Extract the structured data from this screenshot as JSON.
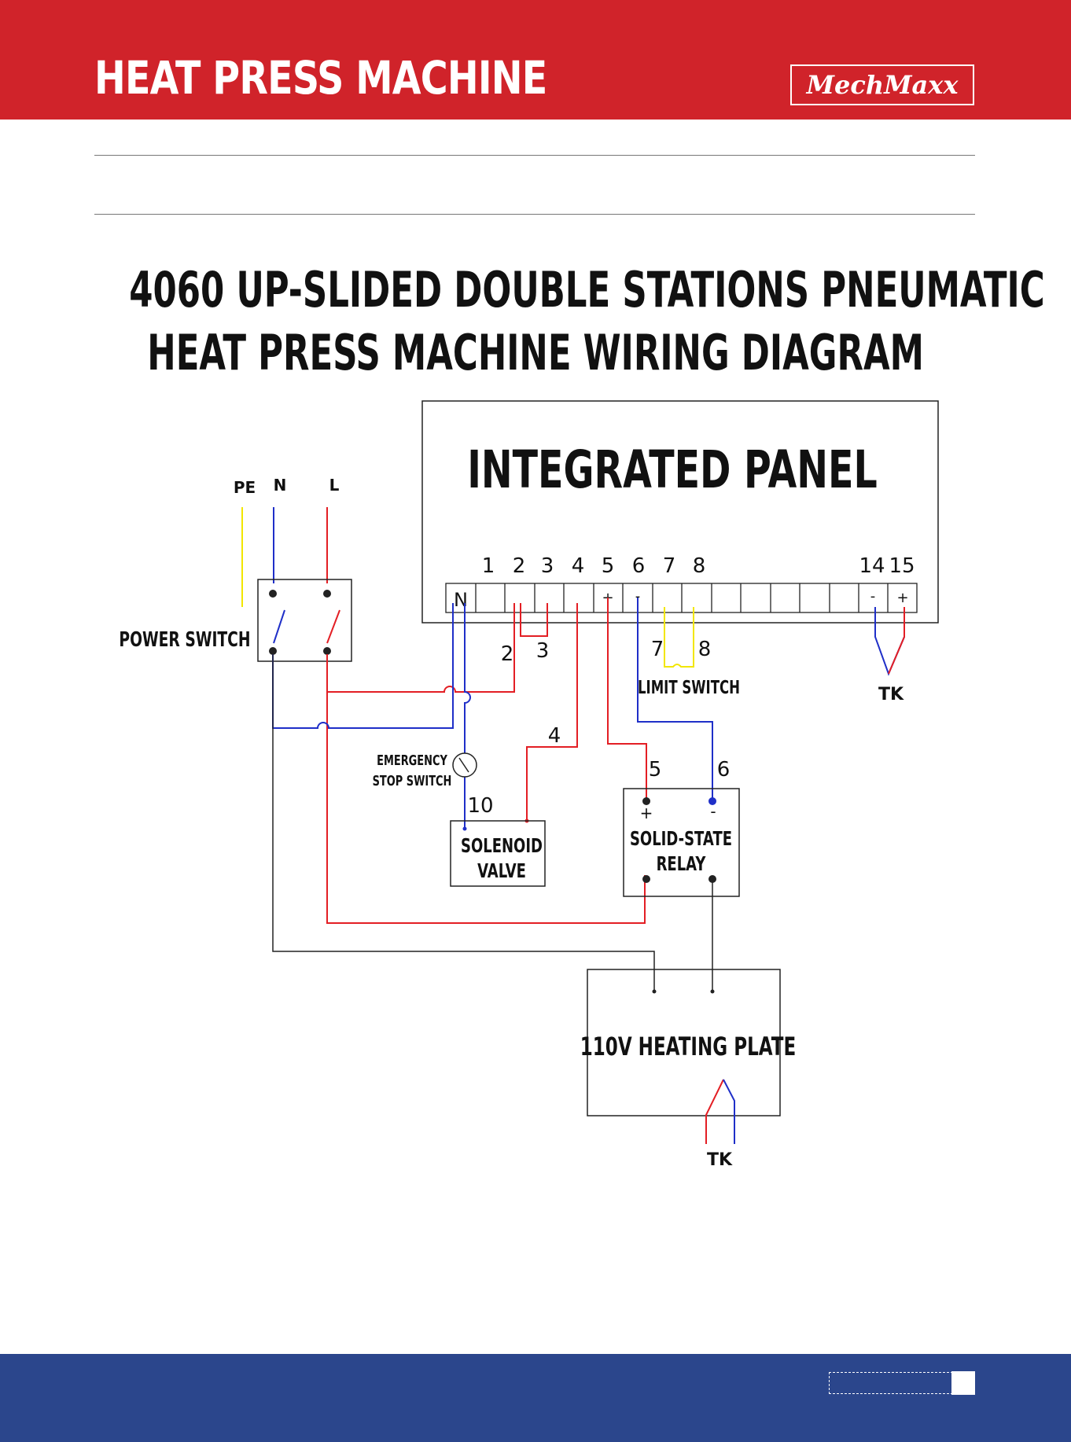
{
  "header": {
    "title": "HEAT PRESS MACHINE",
    "brand": "MechMaxx"
  },
  "document": {
    "title_line1": "4060 UP-SLIDED DOUBLE STATIONS PNEUMATIC",
    "title_line2": "HEAT PRESS MACHINE WIRING DIAGRAM"
  },
  "diagram": {
    "panel": {
      "label": "INTEGRATED PANEL",
      "terminal_numbers": [
        "1",
        "2",
        "3",
        "4",
        "5",
        "6",
        "7",
        "8",
        "14",
        "15"
      ],
      "terminal_marks": {
        "n": "N",
        "t5": "+",
        "t6": "-",
        "t14": "-",
        "t15": "+"
      }
    },
    "supply": {
      "pe": "PE",
      "n": "N",
      "l": "L"
    },
    "power_switch": "POWER SWITCH",
    "emergency_stop": {
      "line1": "EMERGENCY",
      "line2": "STOP SWITCH"
    },
    "solenoid_valve": {
      "line1": "SOLENOID",
      "line2": "VALVE"
    },
    "solid_state_relay": {
      "line1": "SOLID-STATE",
      "line2": "RELAY",
      "plus": "+",
      "minus": "-"
    },
    "limit_switch": "LIMIT SWITCH",
    "heating_plate": "110V HEATING PLATE",
    "thermocouple": "TK",
    "wire_numbers": {
      "w2": "2",
      "w3": "3",
      "w4": "4",
      "w5": "5",
      "w6": "6",
      "w7": "7",
      "w8": "8",
      "w10": "10"
    },
    "wire_colors": {
      "live": "#e31e24",
      "neutral": "#1f2fc8",
      "earth": "#f2e600",
      "load": "#222222"
    }
  },
  "colors": {
    "header_bg": "#d0232a",
    "footer_bg": "#2b468c"
  }
}
